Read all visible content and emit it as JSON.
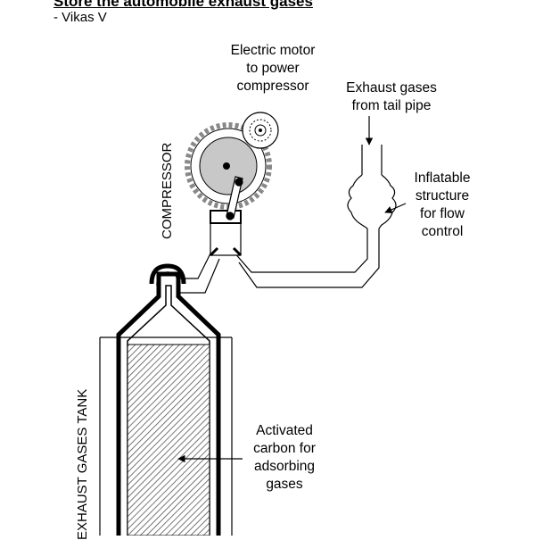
{
  "header": {
    "title": "Store the automobile exhaust gases",
    "author": "- Vikas V"
  },
  "labels": {
    "motor": [
      "Electric motor",
      "to power",
      "compressor"
    ],
    "exhaust": [
      "Exhaust gases",
      "from tail pipe"
    ],
    "inflatable": [
      "Inflatable",
      "structure",
      "for flow",
      "control"
    ],
    "carbon": [
      "Activated",
      "carbon for",
      "adsorbing",
      "gases"
    ],
    "compressor": "COMPRESSOR",
    "tank": "EXHAUST GASES TANK"
  },
  "colors": {
    "line": "#000000",
    "gear_fill": "#c8c8c8",
    "carbon_hatch": "#555555"
  }
}
